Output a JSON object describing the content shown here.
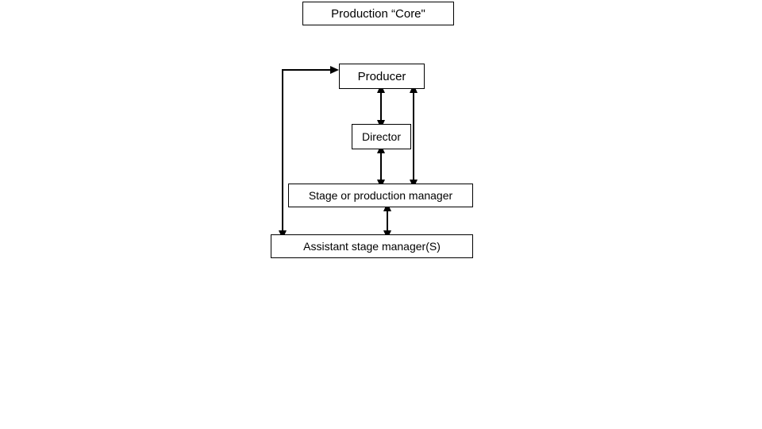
{
  "diagram": {
    "title": "Production “Core\"",
    "nodes": [
      {
        "id": "core",
        "label": "Production “Core\""
      },
      {
        "id": "producer",
        "label": "Producer"
      },
      {
        "id": "director",
        "label": "Director"
      },
      {
        "id": "stage-manager",
        "label": "Stage or production manager"
      },
      {
        "id": "assistant-stage-manager",
        "label": "Assistant stage manager(S)"
      }
    ],
    "connectors": [
      {
        "id": "producer-director",
        "from": "Producer",
        "to": "Director",
        "style": "double-headed-arrow",
        "orientation": "vertical"
      },
      {
        "id": "director-stage-manager",
        "from": "Director",
        "to": "Stage or production manager",
        "style": "double-headed-arrow",
        "orientation": "vertical"
      },
      {
        "id": "producer-stage-manager",
        "from": "Producer",
        "to": "Stage or production manager",
        "style": "double-headed-arrow",
        "orientation": "vertical"
      },
      {
        "id": "stage-manager-assistant",
        "from": "Stage or production manager",
        "to": "Assistant stage manager(S)",
        "style": "double-headed-arrow",
        "orientation": "vertical"
      },
      {
        "id": "assistant-producer",
        "from": "Assistant stage manager(S)",
        "to": "Producer",
        "style": "double-headed-arrow",
        "orientation": "elbow-left"
      }
    ],
    "colors": {
      "background": "#ffffff",
      "stroke": "#000000",
      "node_fill": "#ffffff",
      "text": "#000000"
    }
  }
}
